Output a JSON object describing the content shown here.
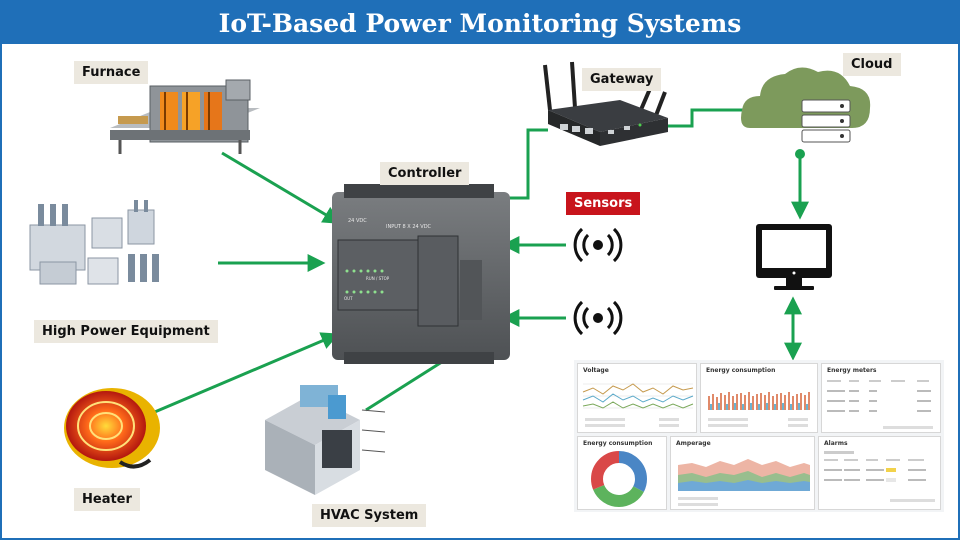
{
  "title": "IoT-Based Power Monitoring Systems",
  "labels": {
    "furnace": "Furnace",
    "high_power": "High Power Equipment",
    "heater": "Heater",
    "hvac": "HVAC System",
    "controller": "Controller",
    "gateway": "Gateway",
    "cloud": "Cloud",
    "sensors": "Sensors"
  },
  "controller_face": {
    "voltage": "24 VDC",
    "input": "INPUT 8 X 24 VDC",
    "run_stop": "RUN / STOP",
    "out": "OUT"
  },
  "dashboard": {
    "voltage": "Voltage",
    "energy_consumption": "Energy consumption",
    "energy_meters": "Energy meters",
    "energy_consumption_2": "Energy consumption",
    "amperage": "Amperage",
    "alarms": "Alarms"
  },
  "colors": {
    "title_bg": "#1f6fb8",
    "arrow": "#1aa150",
    "sensor_bg": "#c8141c",
    "label_bg": "#ece8df"
  }
}
